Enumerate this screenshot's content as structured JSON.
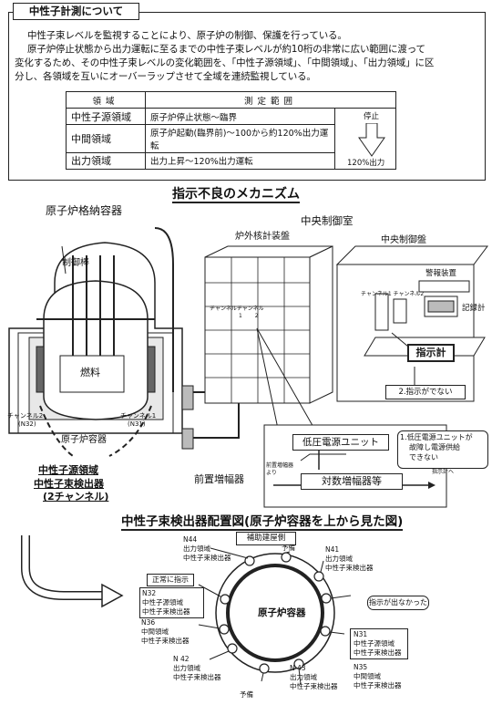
{
  "info": {
    "title": "中性子計測について",
    "para1": "中性子束レベルを監視することにより、原子炉の制御、保護を行っている。",
    "para2a": "原子炉停止状態から出力運転に至るまでの中性子束レベルが約10桁の非常に広い範囲に渡って",
    "para2b": "変化するため、その中性子束レベルの変化範囲を、「中性子源領域」、「中間領域」、「出力領域」に区",
    "para2c": "分し、各領域を互いにオーバーラップさせて全域を連続監視している。",
    "table": {
      "col1_header": "領域",
      "col2_header": "測定範囲",
      "rows": [
        {
          "region": "中性子源領域",
          "range": "原子炉停止状態～臨界"
        },
        {
          "region": "中間領域",
          "range": "原子炉起動(臨界前)～100から約120%出力運転"
        },
        {
          "region": "出力領域",
          "range": "出力上昇～120%出力運転"
        }
      ],
      "arrow_top": "停止",
      "arrow_bottom": "120%出力"
    }
  },
  "mechanism": {
    "title": "指示不良のメカニズム",
    "containment": "原子炉格納容器",
    "control_room": "中央制御室",
    "control_rod": "制御棒",
    "fuel": "燃料",
    "vessel": "原子炉容器",
    "ch2_label_a": "チャンネル2",
    "ch2_label_b": "(N32)",
    "ch1_label_a": "チャンネル1",
    "ch1_label_b": "(N31)",
    "source_region_a": "中性子源領域",
    "source_region_b": "中性子束検出器",
    "source_region_c": "(2チャンネル)",
    "preamp": "前置増幅器",
    "panel": "炉外核計装盤",
    "panel_channels": "チャンネルチャンネル",
    "panel_channels_2": "1　　 2",
    "console": "中央制御盤",
    "alarm": "警報装置",
    "console_channels": "チャンネル1 チャンネル2",
    "recorder": "記録計",
    "indicator": "指示計",
    "no_indication": "2.指示がでない",
    "lv_unit": "低圧電源ユニット",
    "failure_note_a": "1.低圧電源ユニットが",
    "failure_note_b": "故障し電源供給",
    "failure_note_c": "できない",
    "from_preamp_a": "前置増幅器",
    "from_preamp_b": "より",
    "log_amp": "対数増幅器等",
    "to_indicator": "指示計へ"
  },
  "layout_diagram": {
    "title": "中性子束検出器配置図(原子炉容器を上から見た図)",
    "aux_building": "補助建屋側",
    "vessel": "原子炉容器",
    "correct": "正常に指示",
    "not_shown": "指示が出なかった",
    "n44": [
      "N44",
      "出力領域",
      "中性子束検出器"
    ],
    "spare_top": "予備",
    "n41": [
      "N41",
      "出力領域",
      "中性子束検出器"
    ],
    "n32": [
      "N32",
      "中性子源領域",
      "中性子束検出器"
    ],
    "n36": [
      "N36",
      "中間領域",
      "中性子束検出器"
    ],
    "n31": [
      "N31",
      "中性子源領域",
      "中性子束検出器"
    ],
    "n35": [
      "N35",
      "中間領域",
      "中性子束検出器"
    ],
    "n42": [
      "N 42",
      "出力領域",
      "中性子束検出器"
    ],
    "n43": [
      "N 43",
      "出力領域",
      "中性子束検出器"
    ],
    "spare_bottom": "予備"
  }
}
